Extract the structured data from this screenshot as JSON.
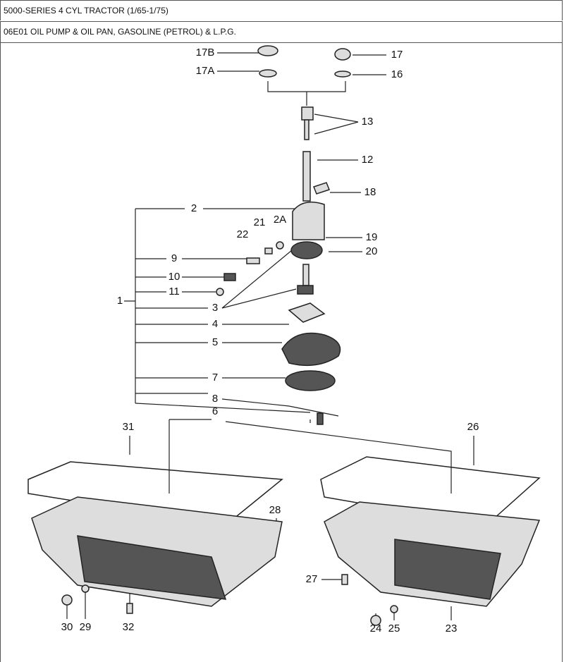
{
  "header": {
    "model": "5000-SERIES 4 CYL TRACTOR (1/65-1/75)",
    "section": "06E01 OIL PUMP & OIL PAN, GASOLINE (PETROL) & L.P.G."
  },
  "callouts": {
    "c17B": "17B",
    "c17A": "17A",
    "c17": "17",
    "c16": "16",
    "c13": "13",
    "c12": "12",
    "c18": "18",
    "c2": "2",
    "c2A": "2A",
    "c21": "21",
    "c22": "22",
    "c19": "19",
    "c20": "20",
    "c9": "9",
    "c10": "10",
    "c11": "11",
    "c1": "1",
    "c3": "3",
    "c4": "4",
    "c5": "5",
    "c7": "7",
    "c8": "8",
    "c6": "6",
    "c31": "31",
    "c26": "26",
    "c28": "28",
    "c27": "27",
    "c30": "30",
    "c29": "29",
    "c32": "32",
    "c24": "24",
    "c25": "25",
    "c23": "23"
  }
}
